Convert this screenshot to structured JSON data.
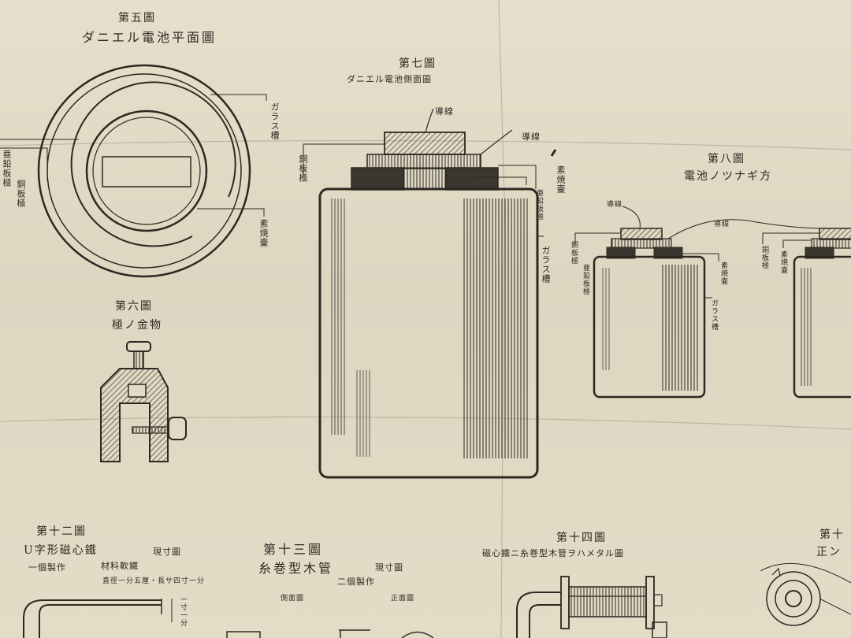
{
  "fig5": {
    "title": "第五圖",
    "caption": "ダニエル電池平面圖",
    "label_glass": "ガラス槽",
    "label_clay": "素焼壷",
    "label_copper": "銅板極",
    "label_left": "亜鉛板極"
  },
  "fig6": {
    "title": "第六圖",
    "caption": "極ノ金物"
  },
  "fig7": {
    "title": "第七圖",
    "caption": "ダニエル電池側面圖",
    "label_wire": "導線",
    "label_wire2": "導線",
    "label_copper": "銅板極",
    "label_clay": "素焼壷",
    "label_zinc": "亜鉛板極",
    "label_glass": "ガラス槽"
  },
  "fig8": {
    "title": "第八圖",
    "caption": "電池ノツナギ方",
    "label_wire_a": "導線",
    "label_wire_b": "導線",
    "label_copper": "銅板極",
    "label_zinc": "亜鉛板極",
    "label_clay": "素焼壷",
    "label_glass": "ガラス槽",
    "label_copper2": "銅板極",
    "label_clay2": "素焼壷"
  },
  "fig12": {
    "title": "第十二圖",
    "caption": "U字形磁心鐵",
    "scale": "現寸圖",
    "note1": "一個製作",
    "note2": "材料軟鐵",
    "note3": "直徑一分五厘・長サ四寸一分",
    "dim": "一寸一分"
  },
  "fig13": {
    "title": "第十三圖",
    "caption": "糸巻型木管",
    "scale": "現寸圖",
    "note": "二個製作",
    "side": "側面圖",
    "front": "正面圖"
  },
  "fig14": {
    "title": "第十四圖",
    "caption": "磁心鐵ニ糸巻型木管ヲハメタル圖"
  },
  "fig15": {
    "title": "第十",
    "caption": "正ン"
  }
}
